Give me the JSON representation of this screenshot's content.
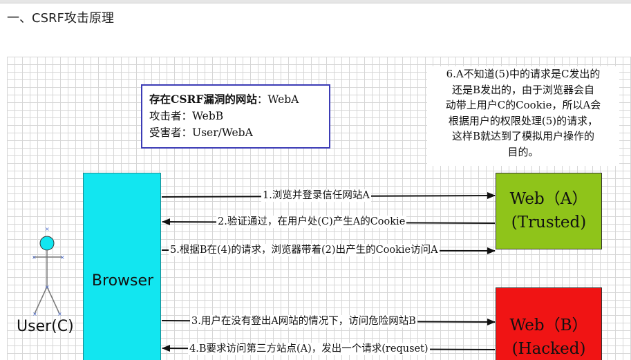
{
  "heading": "一、CSRF攻击原理",
  "info": {
    "line1_bold": "存在CSRF漏洞的网站",
    "line1_rest": "：WebA",
    "line2": "攻击者：WebB",
    "line3": "受害者：User/WebA"
  },
  "note": {
    "lines": [
      "6.A不知道(5)中的请求是C发出的",
      "还是B发出的，由于浏览器会自",
      "动带上用户C的Cookie，所以A会",
      "根据用户的权限处理(5)的请求，",
      "这样B就达到了模拟用户操作的",
      "目的。"
    ]
  },
  "nodes": {
    "browser": "Browser",
    "user": "User(C)",
    "webA_line1": "Web（A）",
    "webA_line2": "(Trusted)",
    "webB_line1": "Web（B）",
    "webB_line2": "(Hacked)"
  },
  "arrows": {
    "a1": "1.浏览并登录信任网站A",
    "a2": "2.验证通过，在用户处(C)产生A的Cookie",
    "a5": "5.根据B在(4)的请求，浏览器带着(2)出产生的Cookie访问A",
    "a3": "3.用户在没有登出A网站的情况下，访问危险网站B",
    "a4": "4.B要求访问第三方站点(A)，发出一个请求(requset)"
  },
  "colors": {
    "browser": "#12e6f0",
    "webA": "#8fc41a",
    "webB": "#f01414",
    "info_border": "#3b3bb5",
    "user_head": "#12e6f0"
  }
}
